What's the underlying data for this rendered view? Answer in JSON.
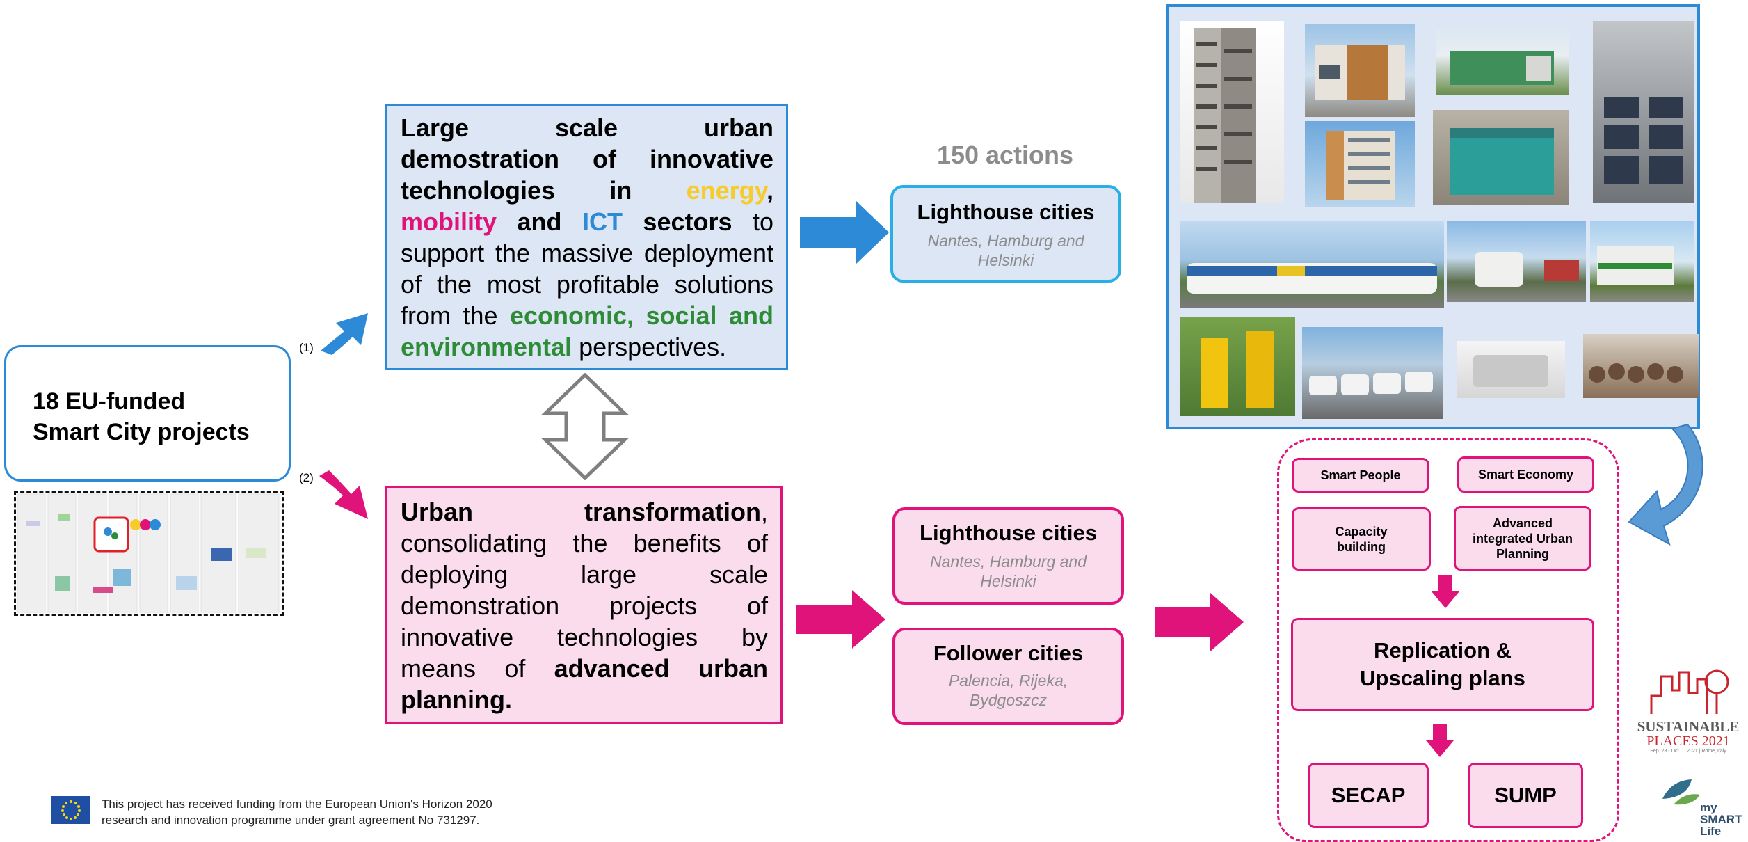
{
  "source": {
    "title_line1": "18 EU-funded",
    "title_line2": "Smart City projects",
    "marker1": "(1)",
    "marker2": "(2)"
  },
  "top_box": {
    "t1": "Large scale urban demostration of innovative technologies in ",
    "energy": "energy",
    "comma": ",",
    "mobility": "mobility",
    "and": " and ",
    "ict": "ICT",
    "sectors": " sectors",
    "t2": " to support the massive deployment of the most profitable solutions from the ",
    "green": "economic, social and environmental",
    "t3": " perspectives."
  },
  "bottom_box": {
    "t1": "Urban transformation",
    "t2": ", consolidating the benefits of deploying large scale demonstration projects of innovative technologies by means of ",
    "t3": "advanced urban planning."
  },
  "actions_label": "150 actions",
  "lighthouse_top": {
    "title": "Lighthouse cities",
    "cities": "Nantes, Hamburg and Helsinki"
  },
  "lighthouse_bottom": {
    "title": "Lighthouse cities",
    "cities": "Nantes, Hamburg and Helsinki"
  },
  "follower": {
    "title": "Follower cities",
    "cities": "Palencia, Rijeka, Bydgoszcz"
  },
  "pillars": {
    "smart_people": "Smart People",
    "smart_economy": "Smart Economy",
    "capacity": "Capacity building",
    "advanced": "Advanced integrated Urban Planning",
    "replication": "Replication & Upscaling plans",
    "secap": "SECAP",
    "sump": "SUMP"
  },
  "footer": {
    "line1": "This project has received funding from the European Union's Horizon 2020",
    "line2": "research and innovation programme under grant agreement No 731297."
  },
  "logos": {
    "sp_title": "SUSTAINABLE",
    "sp_sub": "PLACES 2021",
    "sp_date": "Sep. 28 - Oct. 1, 2021 | Rome, Italy",
    "msl_1": "my",
    "msl_2": "SMART",
    "msl_3": "Life"
  },
  "colors": {
    "blue": "#2c8ad7",
    "light_blue_fill": "#dce6f4",
    "magenta": "#e0137a",
    "pink_fill": "#fadcec",
    "gray_text": "#8c8c8c"
  }
}
